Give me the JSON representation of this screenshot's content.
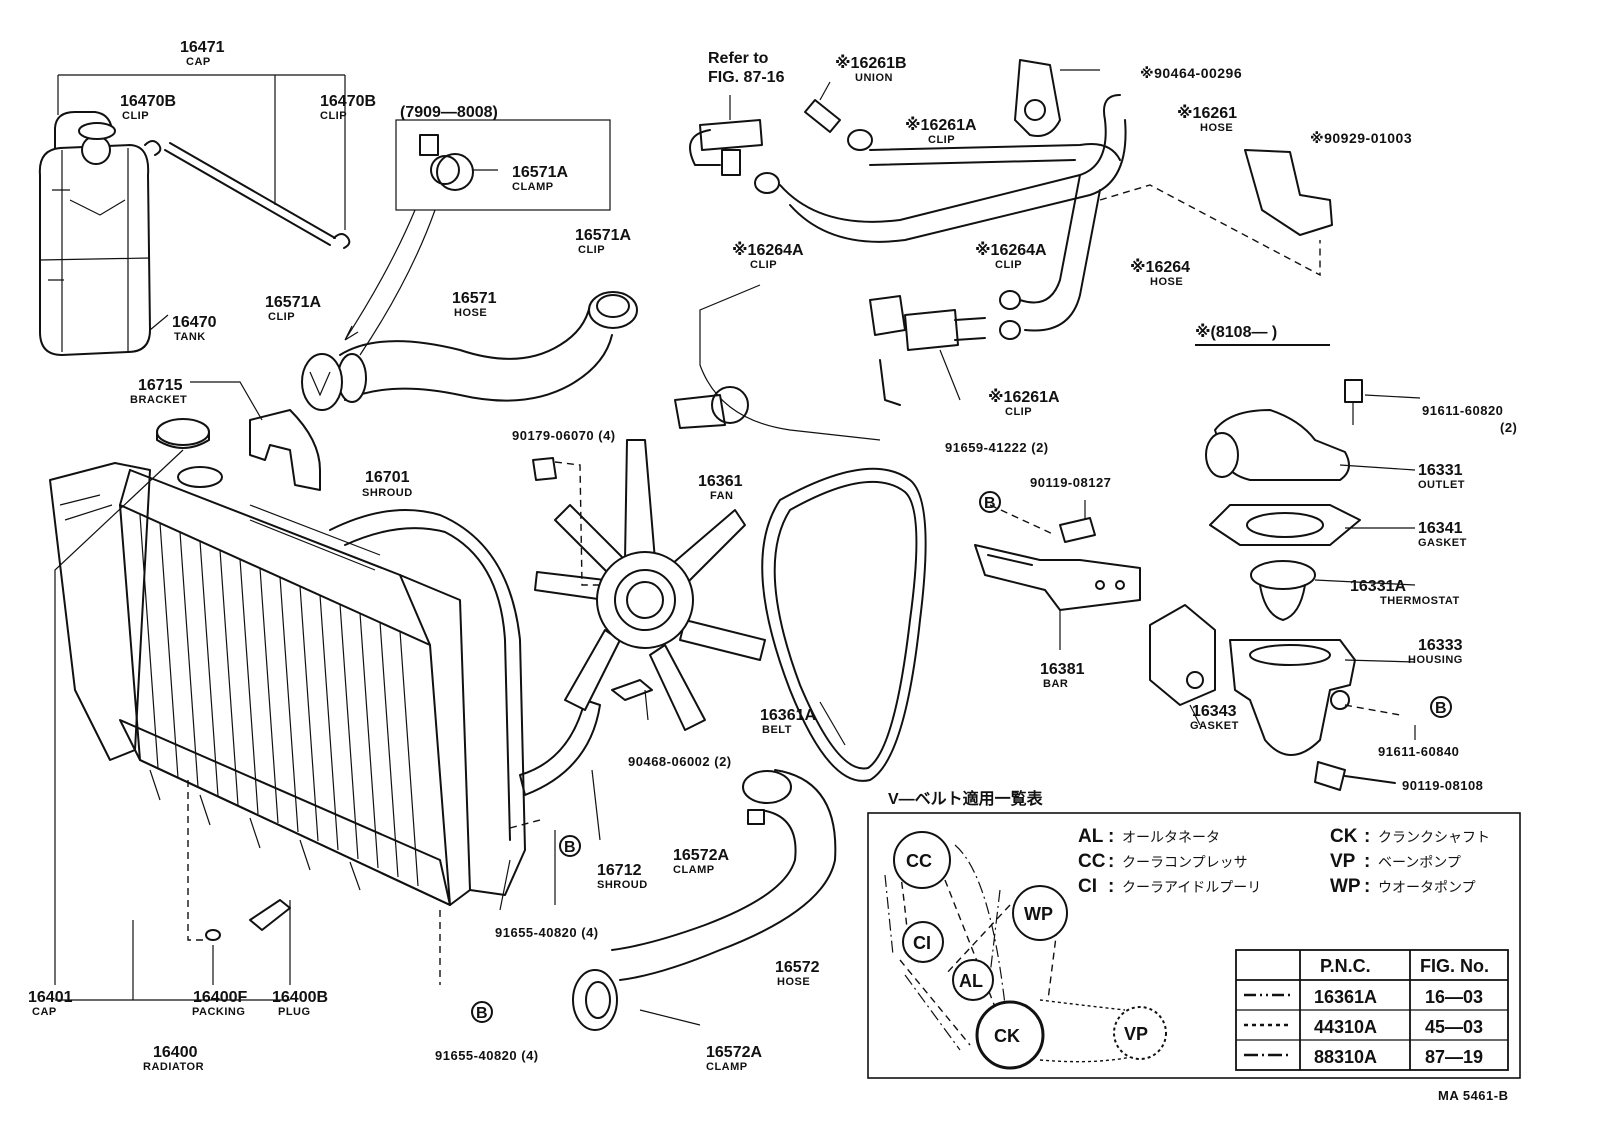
{
  "labels": {
    "p16471": {
      "num": "16471",
      "name": "CAP"
    },
    "p16470B_l": {
      "num": "16470B",
      "name": "CLIP"
    },
    "p16470B_r": {
      "num": "16470B",
      "name": "CLIP"
    },
    "p16470": {
      "num": "16470",
      "name": "TANK"
    },
    "range7909": {
      "num": "(7909—8008)"
    },
    "p16571A_box": {
      "num": "16571A",
      "name": "CLAMP"
    },
    "p16571A_top": {
      "num": "16571A",
      "name": "CLIP"
    },
    "p16571A_left": {
      "num": "16571A",
      "name": "CLIP"
    },
    "p16571": {
      "num": "16571",
      "name": "HOSE"
    },
    "p16715": {
      "num": "16715",
      "name": "BRACKET"
    },
    "p16701": {
      "num": "16701",
      "name": "SHROUD"
    },
    "p90179": {
      "num": "90179-06070 (4)"
    },
    "p16361": {
      "num": "16361",
      "name": "FAN"
    },
    "p16361A": {
      "num": "16361A",
      "name": "BELT"
    },
    "p90468": {
      "num": "90468-06002 (2)"
    },
    "p16712": {
      "num": "16712",
      "name": "SHROUD"
    },
    "p91655_a": {
      "num": "91655-40820 (4)"
    },
    "p91655_b": {
      "num": "91655-40820 (4)"
    },
    "p16401": {
      "num": "16401",
      "name": "CAP"
    },
    "p16400F": {
      "num": "16400F",
      "name": "PACKING"
    },
    "p16400B": {
      "num": "16400B",
      "name": "PLUG"
    },
    "p16400": {
      "num": "16400",
      "name": "RADIATOR"
    },
    "p16572A_top": {
      "num": "16572A",
      "name": "CLAMP"
    },
    "p16572": {
      "num": "16572",
      "name": "HOSE"
    },
    "p16572A_bot": {
      "num": "16572A",
      "name": "CLAMP"
    },
    "refer": {
      "line1": "Refer to",
      "line2": "FIG. 87-16"
    },
    "p16261B": {
      "num": "※16261B",
      "name": "UNION"
    },
    "p16261A_top": {
      "num": "※16261A",
      "name": "CLIP"
    },
    "p16264A_left": {
      "num": "※16264A",
      "name": "CLIP"
    },
    "p90464": {
      "num": "※90464-00296"
    },
    "p16261": {
      "num": "※16261",
      "name": "HOSE"
    },
    "p90929": {
      "num": "※90929-01003"
    },
    "p16264A_mid": {
      "num": "※16264A",
      "name": "CLIP"
    },
    "p16264": {
      "num": "※16264",
      "name": "HOSE"
    },
    "p16261A_mid": {
      "num": "※16261A",
      "name": "CLIP"
    },
    "range8108": {
      "num": "※(8108—      )"
    },
    "p91659": {
      "num": "91659-41222 (2)"
    },
    "p90119_a": {
      "num": "90119-08127"
    },
    "p16381": {
      "num": "16381",
      "name": "BAR"
    },
    "p91611_a": {
      "num": "91611-60820",
      "name": "(2)"
    },
    "p16331": {
      "num": "16331",
      "name": "OUTLET"
    },
    "p16341": {
      "num": "16341",
      "name": "GASKET"
    },
    "p16331A": {
      "num": "16331A",
      "name": "THERMOSTAT"
    },
    "p16333": {
      "num": "16333",
      "name": "HOUSING"
    },
    "p16343": {
      "num": "16343",
      "name": "GASKET"
    },
    "p91611_b": {
      "num": "91611-60840"
    },
    "p90119_b": {
      "num": "90119-08108"
    },
    "bmark": "B",
    "catalog": "MA  5461-B"
  },
  "vbelt": {
    "title": "V—ベルト適用一覧表",
    "legend": [
      {
        "code": "AL",
        "desc": "オールタネータ"
      },
      {
        "code": "CC",
        "desc": "クーラコンプレッサ"
      },
      {
        "code": "CI",
        "desc": "クーラアイドルプーリ"
      },
      {
        "code": "CK",
        "desc": "クランクシャフト"
      },
      {
        "code": "VP",
        "desc": "ベーンポンプ"
      },
      {
        "code": "WP",
        "desc": "ウオータポンプ"
      }
    ],
    "pulleys": [
      "CC",
      "CI",
      "AL",
      "WP",
      "CK",
      "VP"
    ],
    "table": {
      "headers": [
        "P.N.C.",
        "FIG. No."
      ],
      "rows": [
        {
          "pnc": "16361A",
          "fig": "16—03"
        },
        {
          "pnc": "44310A",
          "fig": "45—03"
        },
        {
          "pnc": "88310A",
          "fig": "87—19"
        }
      ]
    }
  }
}
